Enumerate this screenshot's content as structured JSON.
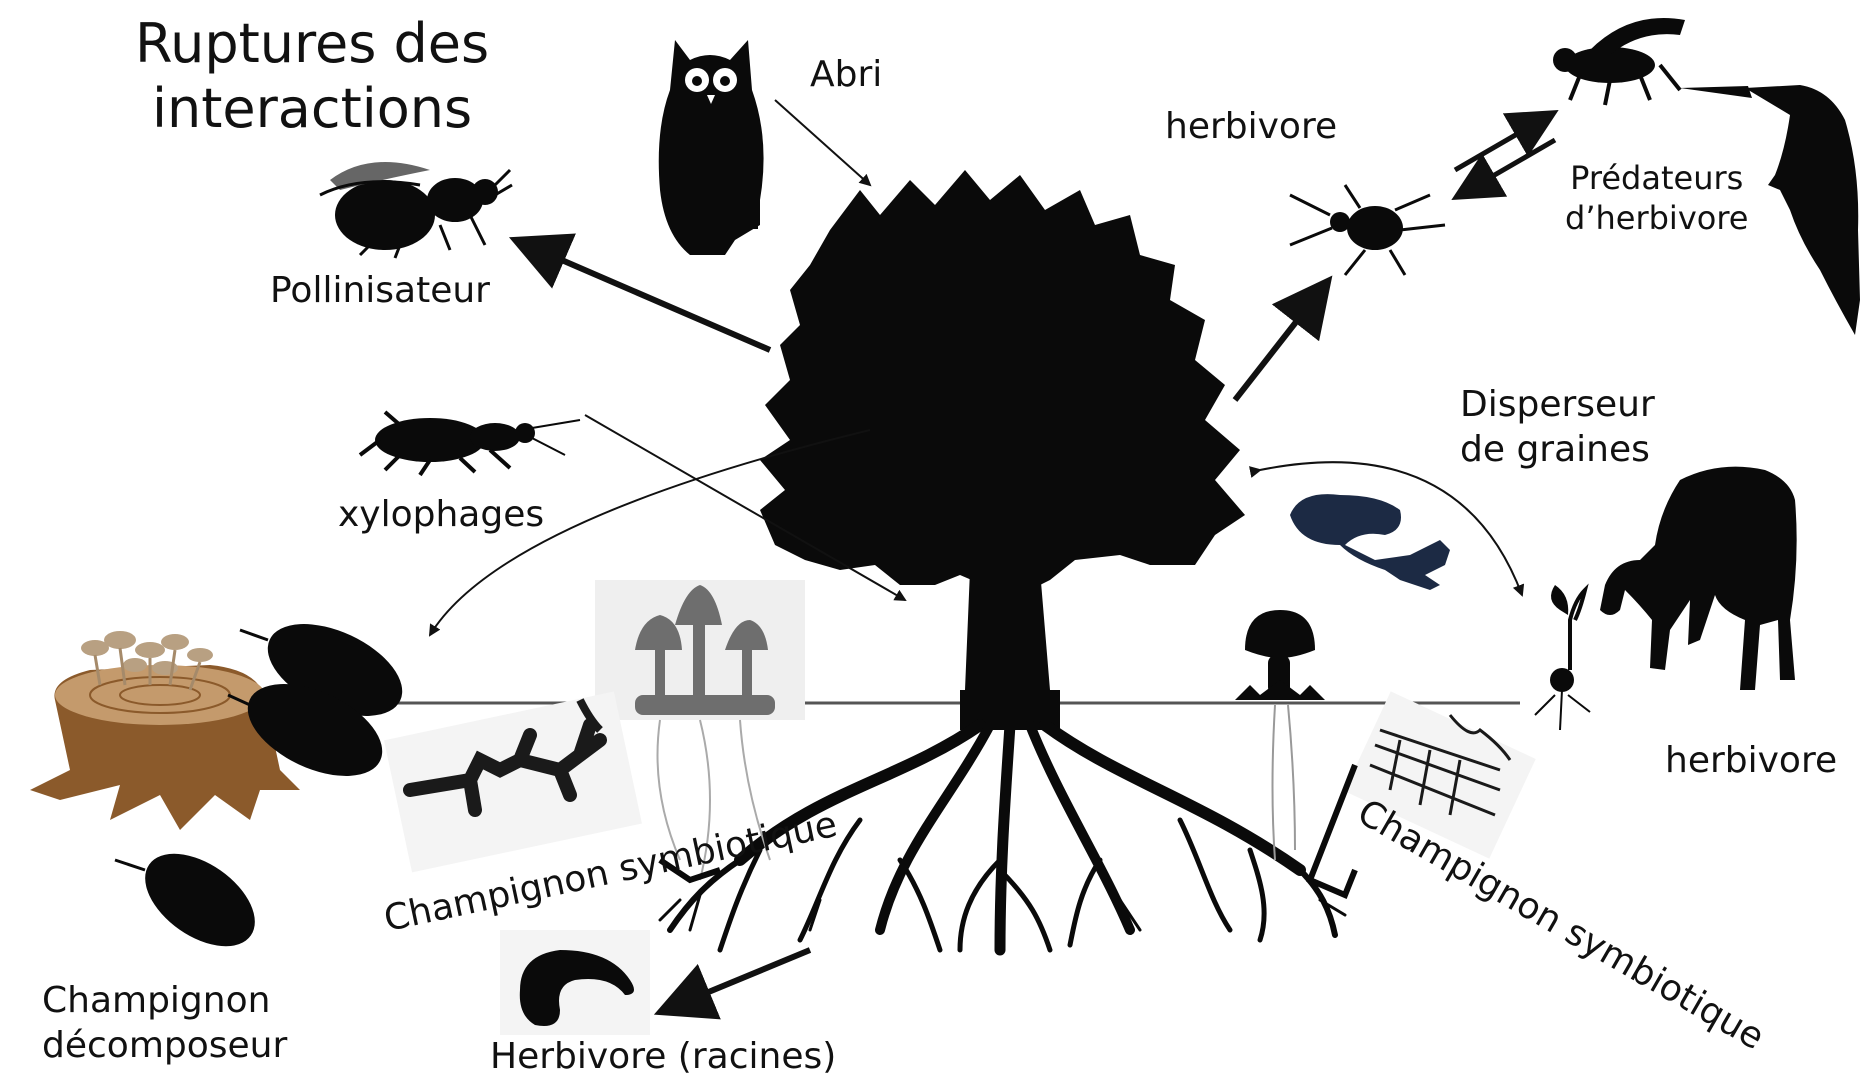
{
  "title": "Ruptures des\ninteractions",
  "labels": {
    "abri": "Abri",
    "herbivore_top": "herbivore",
    "predateurs": "Prédateurs\nd’herbivore",
    "pollinisateur": "Pollinisateur",
    "xylophages": "xylophages",
    "disperseur": "Disperseur\nde graines",
    "herbivore_right": "herbivore",
    "champignon_symb_left": "Champignon symbiotique",
    "champignon_symb_right": "Champignon symbiotique",
    "champignon_decomposeur": "Champignon\ndécomposeur",
    "herbivore_racines": "Herbivore (racines)"
  },
  "colors": {
    "silhouette": "#0a0a0a",
    "stump": "#8b5a2b",
    "squirrel": "#1c2a44",
    "mushroom_grey": "#6e6e6e"
  }
}
